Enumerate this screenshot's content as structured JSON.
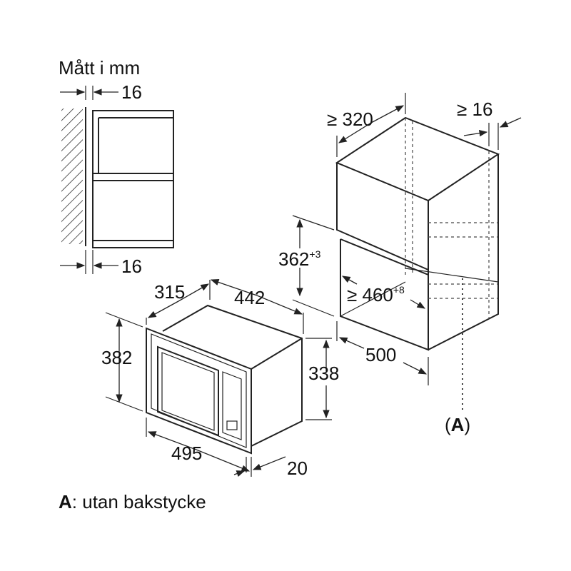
{
  "title": "Mått i mm",
  "side_view": {
    "top_gap": "16",
    "bottom_gap": "16"
  },
  "microwave": {
    "depth": "315",
    "width_top": "442",
    "height_front": "382",
    "height_body": "338",
    "width_front": "495",
    "frame_depth": "20"
  },
  "cabinet": {
    "depth_min": "≥ 320",
    "side_gap_min": "≥ 16",
    "opening_height": "362",
    "opening_height_tol": "+3",
    "opening_width": "≥ 460",
    "opening_width_tol": "+8",
    "cabinet_depth": "500",
    "marker": "A"
  },
  "footnote": {
    "key": "A",
    "text": ": utan bakstycke"
  }
}
